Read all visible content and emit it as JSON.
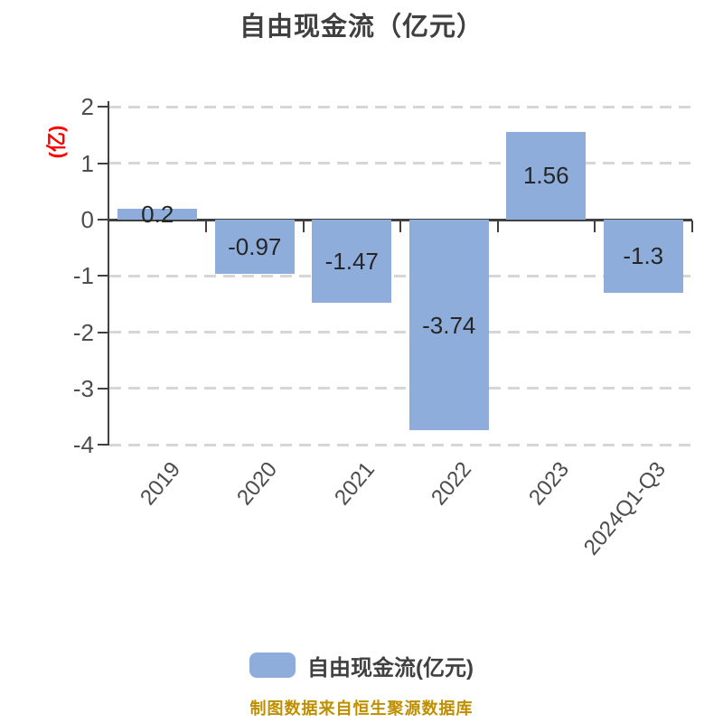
{
  "page": {
    "background": "#ffffff"
  },
  "title": {
    "text": "自由现金流（亿元）",
    "color": "#404040"
  },
  "y_axis_label": {
    "text": "(亿)",
    "color": "#ff0000"
  },
  "chart_data": {
    "type": "bar",
    "title": "自由现金流（亿元）",
    "categories": [
      "2019",
      "2020",
      "2021",
      "2022",
      "2023",
      "2024Q1-Q3"
    ],
    "series": [
      {
        "name": "自由现金流(亿元)",
        "values": [
          0.2,
          -0.97,
          -1.47,
          -3.74,
          1.56,
          -1.3
        ]
      }
    ],
    "value_labels": [
      "0.2",
      "-0.97",
      "-1.47",
      "-3.74",
      "1.56",
      "-1.3"
    ],
    "xlabel": "",
    "ylabel": "(亿)",
    "ylim": [
      -4,
      2
    ],
    "yticks": [
      2,
      1,
      0,
      -1,
      -2,
      -3,
      -4
    ],
    "grid": "horizontal-dashed",
    "gridline_color": "#d6d6d6",
    "axis_color": "#404040",
    "bar_color": "#8EADDB",
    "legend_position": "bottom"
  },
  "legend": {
    "label": "自由现金流(亿元)",
    "swatch_color": "#8EADDB"
  },
  "footer": {
    "text": "制图数据来自恒生聚源数据库",
    "color": "#BF8F00"
  }
}
